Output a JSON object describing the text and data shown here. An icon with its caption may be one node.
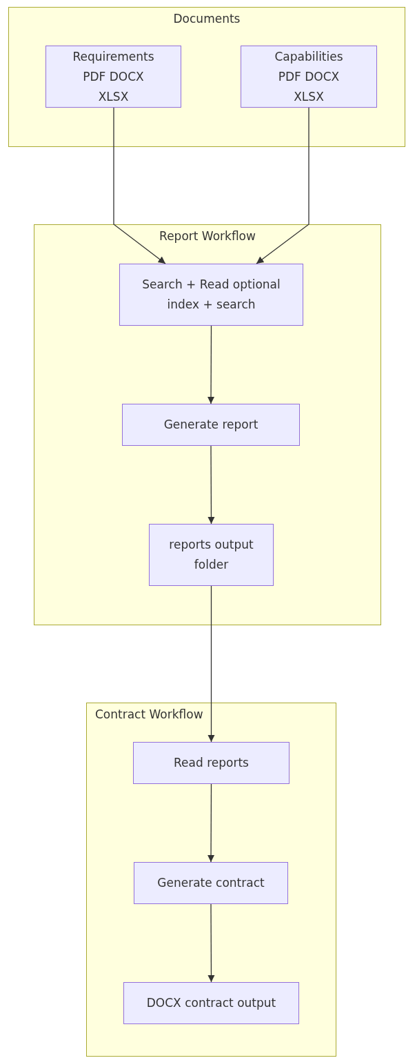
{
  "diagram": {
    "nodes": [
      {
        "text": [
          "Documents"
        ]
      },
      {
        "text": [
          "Requirements PDF DOCX XLSX"
        ],
        "in": 0
      },
      {
        "text": [
          "Capabilities PDF DOCX XLSX"
        ],
        "in": 0
      },
      {
        "text": [
          "Report Workflow"
        ]
      },
      {
        "text": [
          "Search + Read optional index + search"
        ],
        "in": 3
      },
      {
        "text": [
          "Generate report"
        ],
        "in": 3
      },
      {
        "text": [
          "reports output folder"
        ],
        "in": 3
      },
      {
        "text": [
          "Contract Workflow"
        ]
      },
      {
        "text": [
          "Read reports"
        ],
        "in": 7
      },
      {
        "text": [
          "Generate contract"
        ],
        "in": 7
      },
      {
        "text": [
          "DOCX contract output"
        ],
        "in": 7
      }
    ],
    "edges": [
      {
        "from": 1,
        "to": 4,
        "arrow": "to"
      },
      {
        "from": 2,
        "to": 4,
        "arrow": "to"
      },
      {
        "from": 4,
        "to": 5,
        "arrow": "to"
      },
      {
        "from": 5,
        "to": 6,
        "arrow": "to"
      },
      {
        "from": 6,
        "to": 8,
        "arrow": "to"
      },
      {
        "from": 8,
        "to": 9,
        "arrow": "to"
      },
      {
        "from": 9,
        "to": 10,
        "arrow": "to"
      }
    ]
  }
}
